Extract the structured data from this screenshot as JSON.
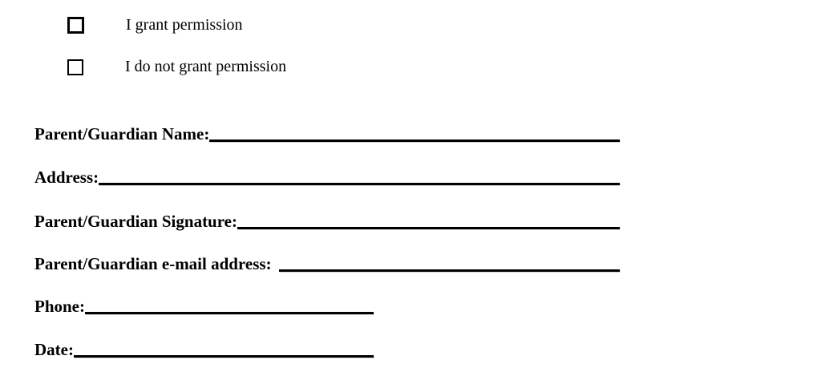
{
  "options": [
    {
      "label": "I grant permission",
      "checked": false
    },
    {
      "label": "I do not grant permission",
      "checked": false
    }
  ],
  "fields": [
    {
      "label": "Parent/Guardian Name:",
      "value": ""
    },
    {
      "label": "Address:",
      "value": ""
    },
    {
      "label": "Parent/Guardian Signature:",
      "value": ""
    },
    {
      "label": "Parent/Guardian e-mail address:",
      "value": ""
    },
    {
      "label": "Phone:",
      "value": ""
    },
    {
      "label": "Date:",
      "value": ""
    }
  ],
  "colors": {
    "text": "#000000",
    "background": "#ffffff",
    "line": "#000000"
  }
}
